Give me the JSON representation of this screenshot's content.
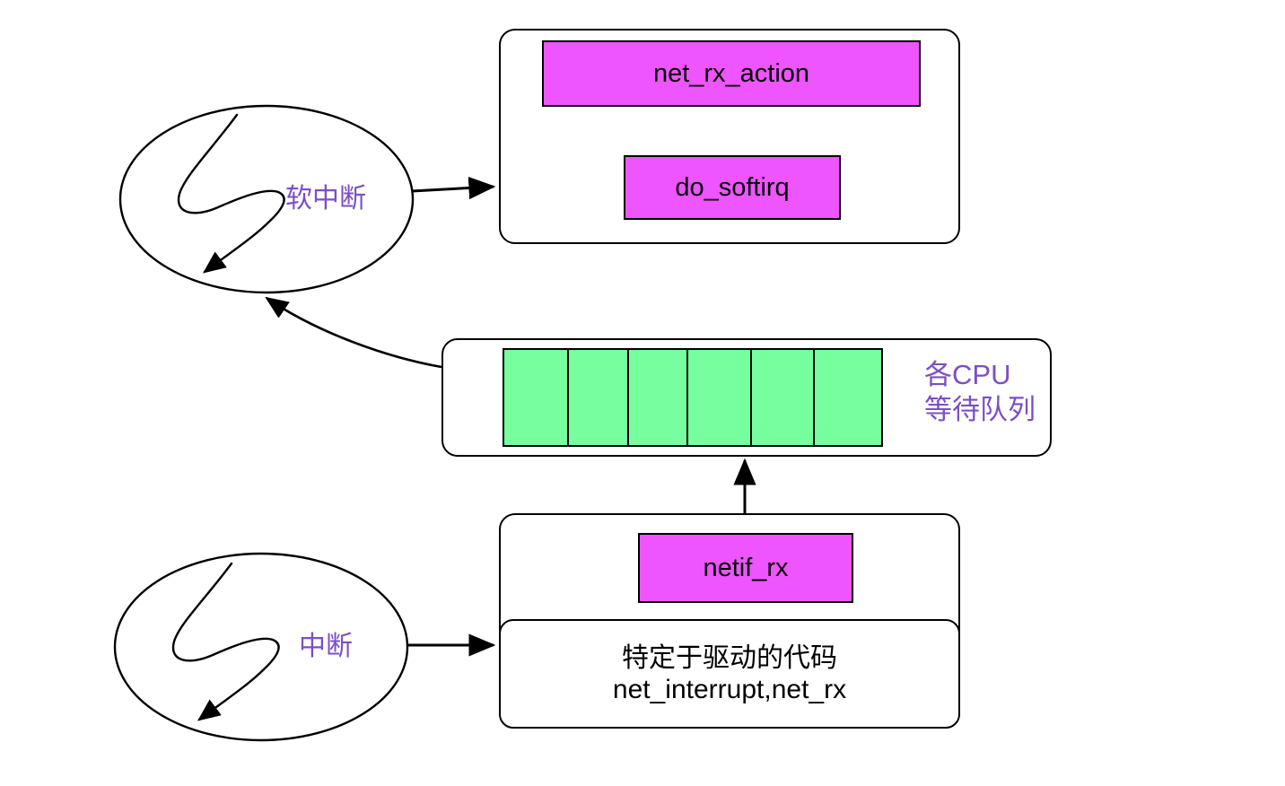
{
  "diagram": {
    "title": "Linux network packet reception: interrupt / softirq flow",
    "colors": {
      "magenta_fill": "#ee55ff",
      "green_fill": "#77ff9f",
      "purple_text": "#7b4fc6",
      "stroke": "#000000",
      "background": "#ffffff"
    }
  },
  "softirq_ellipse": {
    "label": "软中断",
    "icon": "lightning-squiggle-arrow-icon"
  },
  "interrupt_ellipse": {
    "label": "中断",
    "icon": "lightning-squiggle-arrow-icon"
  },
  "softirq_container": {
    "boxes": [
      {
        "label": "net_rx_action"
      },
      {
        "label": "do_softirq"
      }
    ]
  },
  "queue_container": {
    "cell_count": 6,
    "cells": [
      "",
      "",
      "",
      "",
      "",
      ""
    ],
    "label_line1": "各CPU",
    "label_line2": "等待队列"
  },
  "interrupt_container": {
    "boxes": [
      {
        "label": "netif_rx"
      }
    ],
    "driver_box": {
      "line1": "特定于驱动的代码",
      "line2": "net_interrupt,net_rx"
    }
  },
  "arrows": [
    {
      "name": "softirq-to-container",
      "from": "软中断",
      "to": "net_rx_action container"
    },
    {
      "name": "do-softirq-to-net-rx-action",
      "from": "do_softirq",
      "to": "net_rx_action"
    },
    {
      "name": "queue-to-softirq",
      "from": "各CPU等待队列",
      "to": "软中断"
    },
    {
      "name": "netif-rx-to-queue",
      "from": "netif_rx",
      "to": "各CPU等待队列"
    },
    {
      "name": "interrupt-to-container",
      "from": "中断",
      "to": "特定于驱动的代码"
    }
  ]
}
